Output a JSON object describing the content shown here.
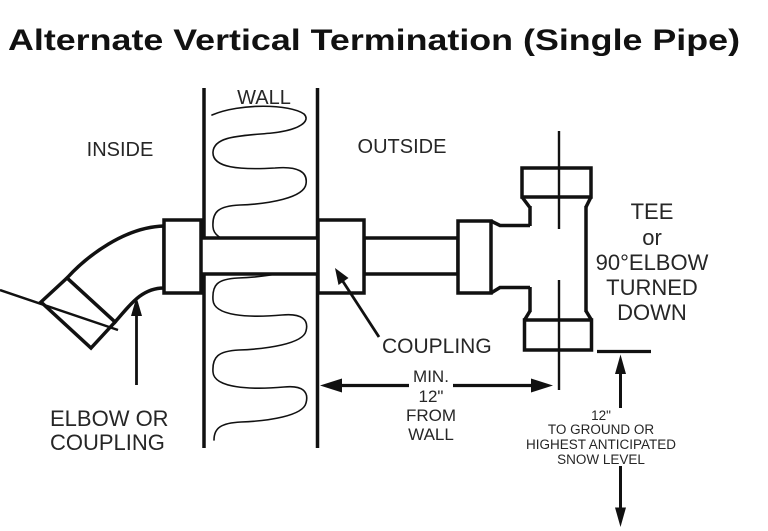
{
  "title": "Alternate Vertical Termination (Single Pipe)",
  "scene": {
    "wall_label": "WALL",
    "inside_label": "INSIDE",
    "outside_label": "OUTSIDE"
  },
  "callouts": {
    "coupling_label": "COUPLING",
    "elbow_label": {
      "line1": "ELBOW OR",
      "line2": "COUPLING"
    },
    "tee_label": {
      "line1": "TEE",
      "line2": "or",
      "line3": "90°ELBOW",
      "line4": "TURNED",
      "line5": "DOWN"
    }
  },
  "dimensions": {
    "wall_offset": {
      "line1": "MIN.",
      "line2": "12\"",
      "line3": "FROM",
      "line4": "WALL"
    },
    "ground_clearance": {
      "line1": "12\"",
      "line2": "TO GROUND OR",
      "line3": "HIGHEST ANTICIPATED",
      "line4": "SNOW LEVEL"
    }
  },
  "colors": {
    "line": "#111111",
    "text": "#262626",
    "insulation": "#404040",
    "background": "#ffffff"
  }
}
